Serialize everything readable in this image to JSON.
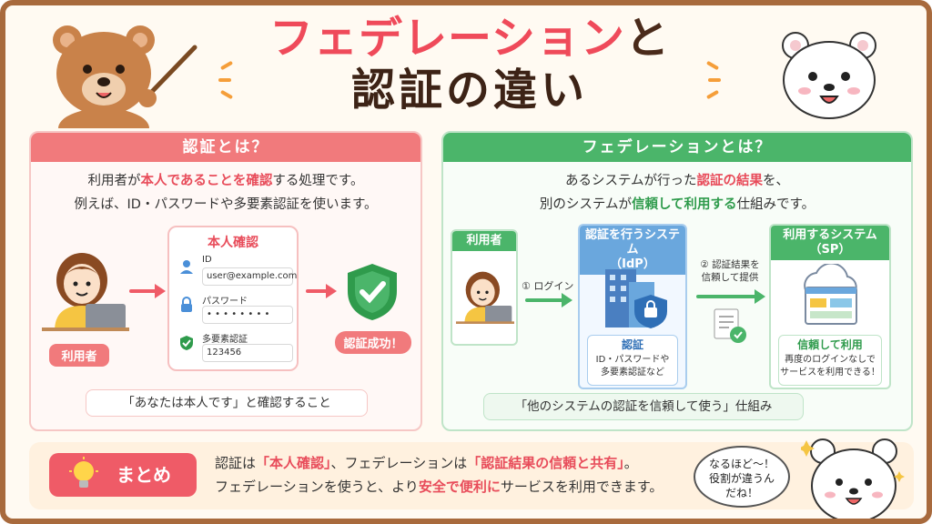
{
  "title": {
    "line1": "フェデレーション",
    "line1_suffix": "と",
    "line2": "認証の違い"
  },
  "auth_panel": {
    "heading": "認証とは？",
    "desc1_pre": "利用者が",
    "desc1_hl": "本人であることを確認",
    "desc1_post": "する処理です。",
    "desc2": "例えば、ID・パスワードや多要素認証を使います。",
    "user_label": "利用者",
    "card_title": "本人確認",
    "id_label": "ID",
    "id_value": "user@example.com",
    "pw_label": "パスワード",
    "pw_value": "• • • • • • • •",
    "mfa_label": "多要素認証",
    "mfa_value": "123456",
    "success_label": "認証成功！",
    "caption": "「あなたは本人です」と確認すること"
  },
  "fed_panel": {
    "heading": "フェデレーションとは？",
    "desc1_pre": "あるシステムが行った",
    "desc1_hl": "認証の結果",
    "desc1_post": "を、",
    "desc2_pre": "別のシステムが",
    "desc2_hl": "信頼して利用する",
    "desc2_post": "仕組みです。",
    "user_box": "利用者",
    "step1": "① ログイン",
    "idp_title1": "認証を行うシステム",
    "idp_title2": "（IdP）",
    "idp_sub_title": "認証",
    "idp_sub_line1": "ID・パスワードや",
    "idp_sub_line2": "多要素認証など",
    "step2_line1": "② 認証結果を",
    "step2_line2": "信頼して提供",
    "sp_title1": "利用するシステム",
    "sp_title2": "（SP）",
    "sp_sub_title": "信頼して利用",
    "sp_sub_line1": "再度のログインなしで",
    "sp_sub_line2": "サービスを利用できる！",
    "caption": "「他のシステムの認証を信頼して使う」仕組み"
  },
  "summary": {
    "badge": "まとめ",
    "l1_a": "認証は",
    "l1_b": "「本人確認」",
    "l1_c": "、フェデレーションは",
    "l1_d": "「認証結果の信頼と共有」",
    "l1_e": "。",
    "l2_a": "フェデレーションを使うと、より",
    "l2_b": "安全で便利に",
    "l2_c": "サービスを利用できます。"
  },
  "bubble": {
    "line1": "なるほど〜！",
    "line2": "役割が違うん",
    "line3": "だね！"
  },
  "colors": {
    "accent_red": "#ef4a5a",
    "accent_green": "#4bb56a",
    "accent_blue": "#6aa7dd",
    "brown": "#a86a3d"
  },
  "icons": [
    "bear-pointer-icon",
    "polar-bear-icon",
    "person-laptop-icon",
    "shield-check-icon",
    "lock-icon",
    "building-lock-icon",
    "cloud-app-icon",
    "certificate-icon",
    "lightbulb-icon"
  ]
}
